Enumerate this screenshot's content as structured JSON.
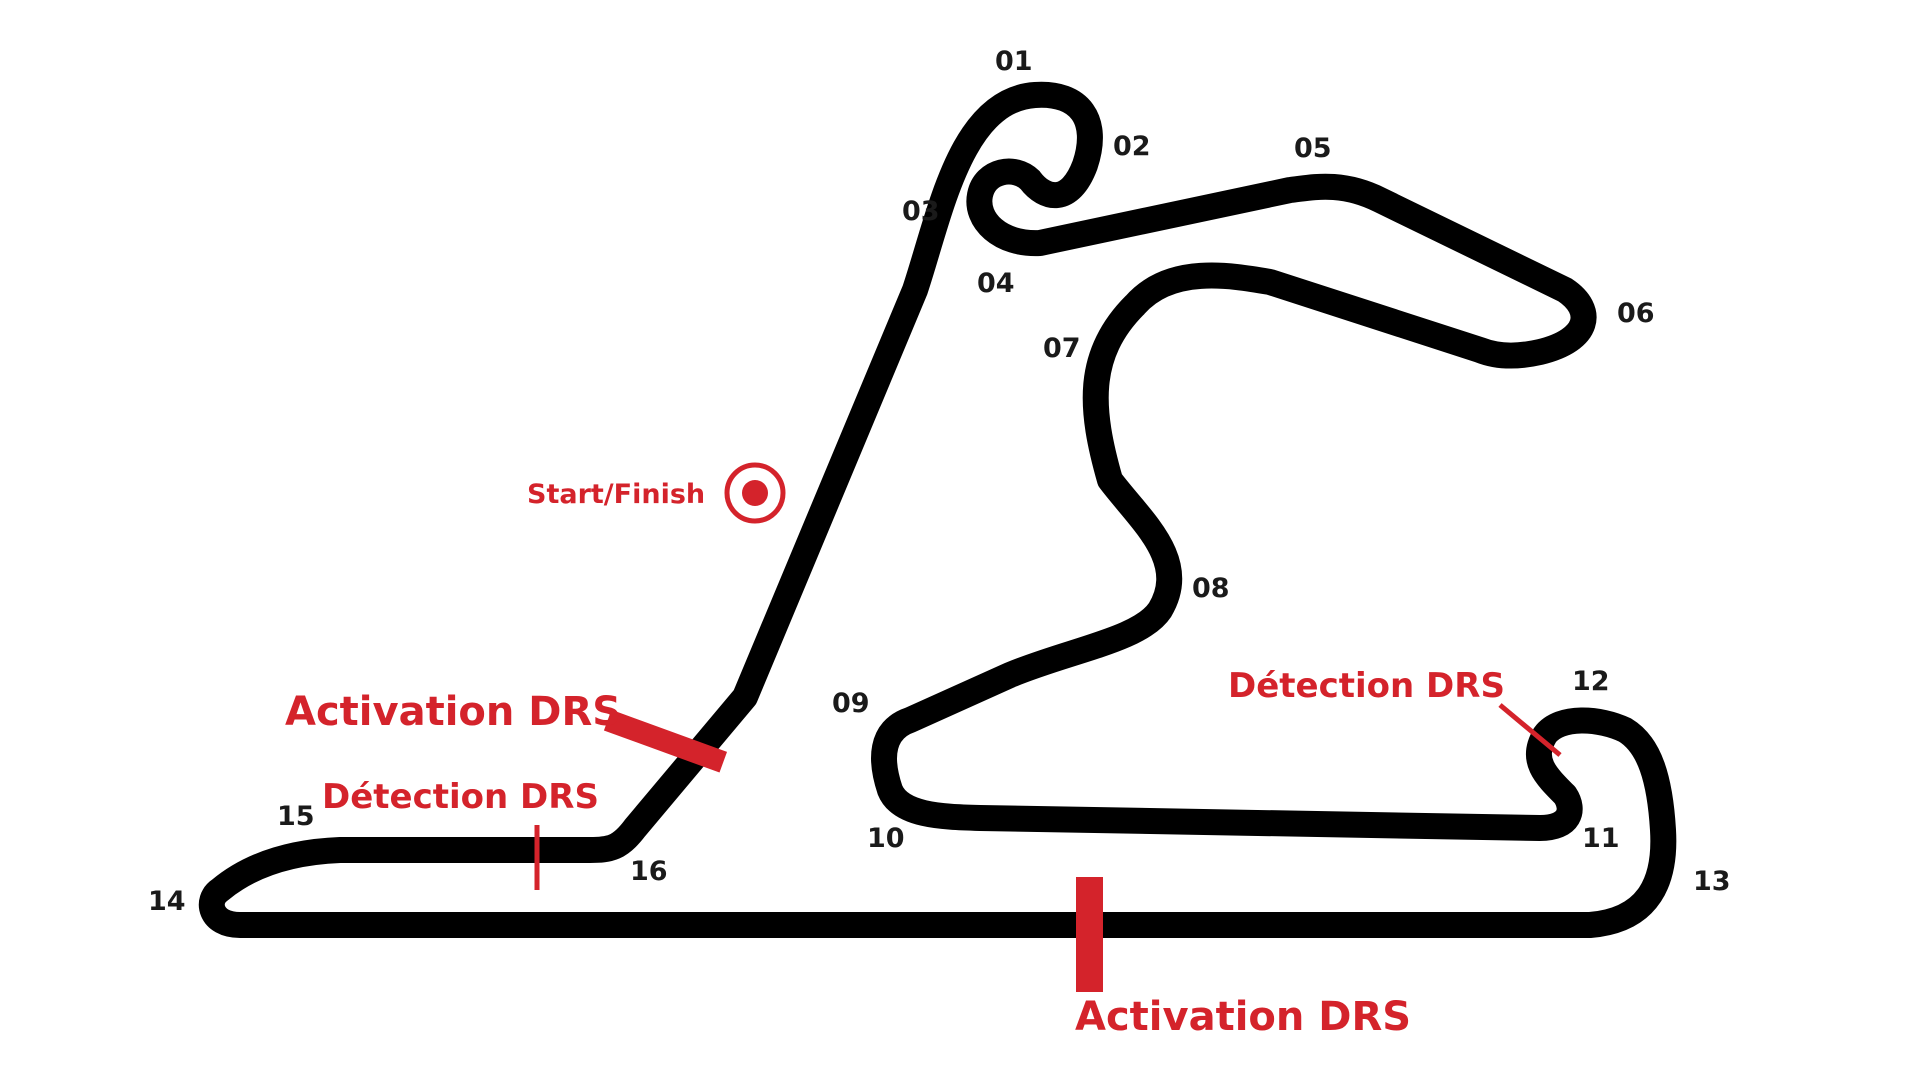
{
  "colors": {
    "track": "#000000",
    "accent": "#d4232b",
    "background": "#ffffff"
  },
  "start_finish": {
    "label": "Start/Finish",
    "icon": "target-icon",
    "direction_icon": "arrow-up-icon"
  },
  "drs": {
    "activation_1": "Activation DRS",
    "activation_2": "Activation DRS",
    "detection_1": "Détection DRS",
    "detection_2": "Détection DRS"
  },
  "turns": [
    "01",
    "02",
    "03",
    "04",
    "05",
    "06",
    "07",
    "08",
    "09",
    "10",
    "11",
    "12",
    "13",
    "14",
    "15",
    "16"
  ]
}
